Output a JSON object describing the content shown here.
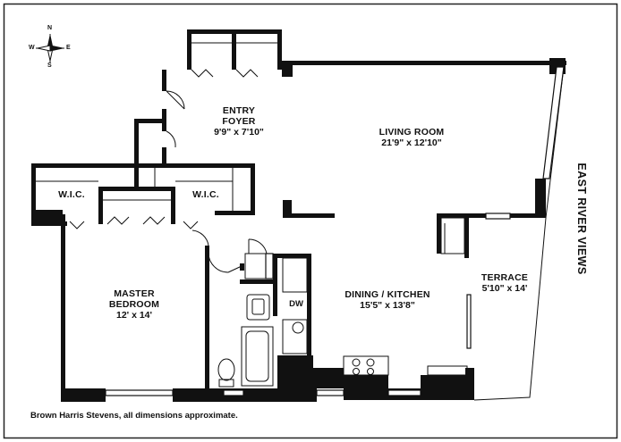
{
  "compass": {
    "n": "N",
    "s": "S",
    "e": "E",
    "w": "W"
  },
  "views_label": "EAST RIVER VIEWS",
  "credit": "Brown Harris Stevens, all dimensions approximate.",
  "appliance_label": "DW",
  "rooms": {
    "entry": {
      "name1": "ENTRY",
      "name2": "FOYER",
      "dims": "9'9\" x 7'10\""
    },
    "living": {
      "name": "LIVING ROOM",
      "dims": "21'9\" x 12'10\""
    },
    "wic_left": {
      "name": "W.I.C."
    },
    "wic_right": {
      "name": "W.I.C."
    },
    "master": {
      "name1": "MASTER",
      "name2": "BEDROOM",
      "dims": "12' x 14'"
    },
    "dining": {
      "name": "DINING / KITCHEN",
      "dims": "15'5\" x 13'8\""
    },
    "terrace": {
      "name": "TERRACE",
      "dims": "5'10\" x 14'"
    }
  }
}
